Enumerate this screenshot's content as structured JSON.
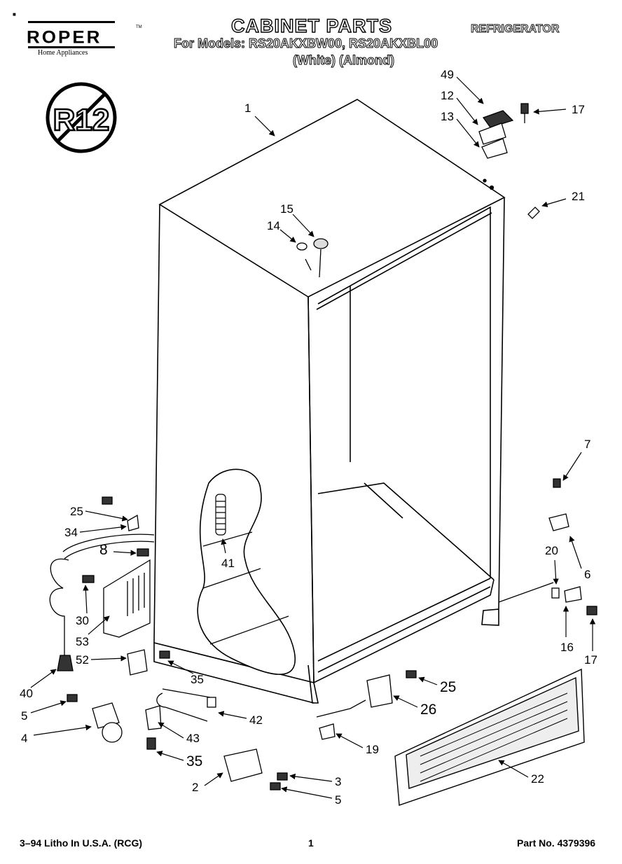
{
  "header": {
    "brand": "ROPER",
    "brand_sub": "Home Appliances",
    "trademark": "TM",
    "title": "CABINET PARTS",
    "models_line": "For Models: RS20AKXBW00, RS20AKXBL00",
    "colors_line": "(White)  (Almond)",
    "appliance": "REFRIGERATOR",
    "corner_mark": "■"
  },
  "badge": {
    "text": "R12",
    "meaning": "no-r12-symbol"
  },
  "callouts": {
    "c1": "1",
    "c49": "49",
    "c12": "12",
    "c13": "13",
    "c17a": "17",
    "c21": "21",
    "c15": "15",
    "c14": "14",
    "c7": "7",
    "c20": "20",
    "c6": "6",
    "c16": "16",
    "c17b": "17",
    "c25a": "25",
    "c34": "34",
    "c8": "8",
    "c41": "41",
    "c30": "30",
    "c53": "53",
    "c52": "52",
    "c35a": "35",
    "c40": "40",
    "c25b": "25",
    "c26": "26",
    "c5a": "5",
    "c42": "42",
    "c4": "4",
    "c43": "43",
    "c19": "19",
    "c22": "22",
    "c35b": "35",
    "c3": "3",
    "c2": "2",
    "c5b": "5"
  },
  "footer": {
    "litho": "3–94 Litho In U.S.A. (RCG)",
    "page": "1",
    "part_no": "Part No. 4379396"
  },
  "colors": {
    "ink": "#000000",
    "paper": "#ffffff"
  }
}
